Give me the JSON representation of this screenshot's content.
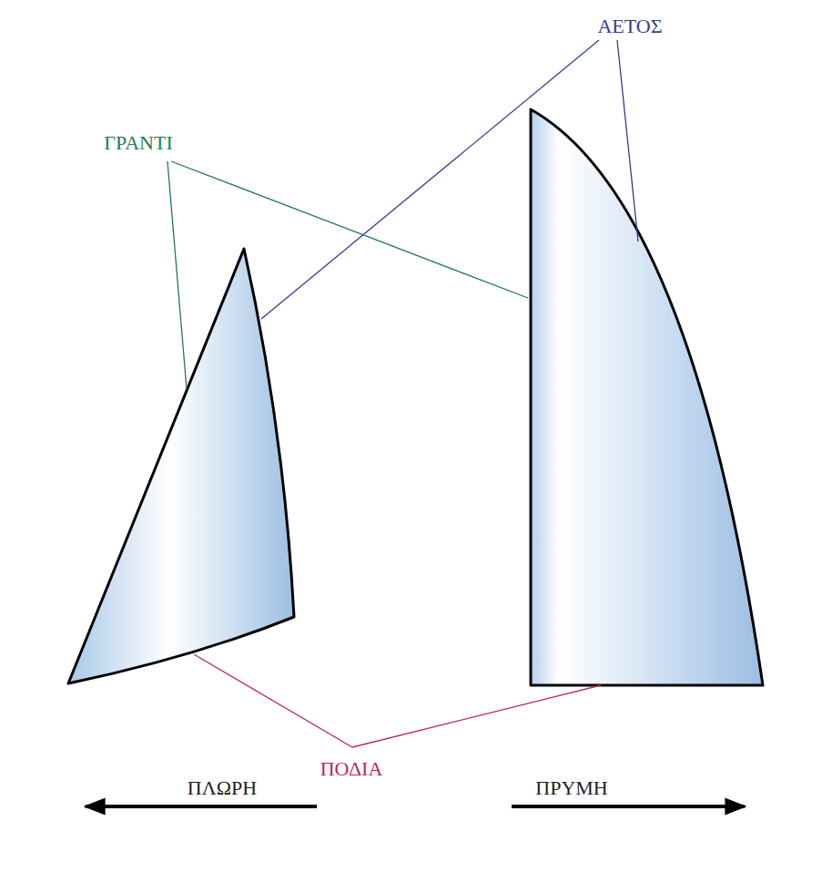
{
  "diagram": {
    "labels": [
      "ΓΡΑΝΤΙ",
      "ΑΕΤΟΣ",
      "ΠΟΔΙΑ",
      "ΠΛΩΡΗ",
      "ΠΡΥΜΗ"
    ]
  }
}
